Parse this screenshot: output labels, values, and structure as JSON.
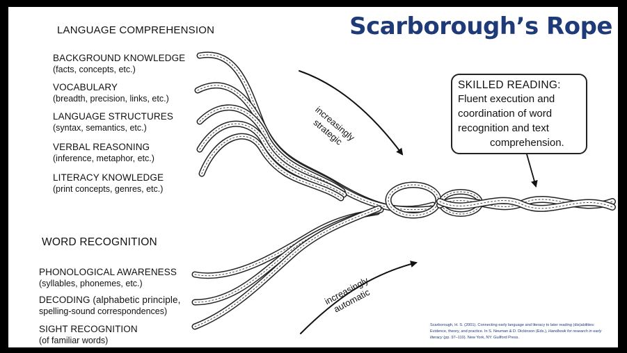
{
  "title": "Scarborough’s Rope",
  "language_comprehension": {
    "heading": "LANGUAGE COMPREHENSION",
    "strands": [
      {
        "name": "BACKGROUND KNOWLEDGE",
        "detail": "(facts, concepts, etc.)"
      },
      {
        "name": "VOCABULARY",
        "detail": "(breadth, precision, links, etc.)"
      },
      {
        "name": "LANGUAGE STRUCTURES",
        "detail": "(syntax, semantics, etc.)"
      },
      {
        "name": "VERBAL REASONING",
        "detail": "(inference, metaphor, etc.)"
      },
      {
        "name": "LITERACY KNOWLEDGE",
        "detail": "(print concepts, genres, etc.)"
      }
    ]
  },
  "word_recognition": {
    "heading": "WORD RECOGNITION",
    "strands": [
      {
        "name": "PHONOLOGICAL AWARENESS",
        "detail": "(syllables, phonemes, etc.)"
      },
      {
        "name": "DECODING (alphabetic principle,",
        "detail": "spelling-sound correspondences)"
      },
      {
        "name": "SIGHT RECOGNITION",
        "detail": "(of familiar words)"
      }
    ]
  },
  "arrows": {
    "strategic_line1": "increasingly",
    "strategic_line2": "strategic",
    "automatic_line1": "increasingly",
    "automatic_line2": "automatic"
  },
  "skilled_reading": {
    "heading": "SKILLED READING:",
    "line1": "Fluent execution and",
    "line2": "coordination of word",
    "line3": "recognition and text",
    "line4": "comprehension."
  },
  "citation": {
    "part1": "Scarborough, H. S. (2001). Connecting early language and literacy to later reading (dis)abilities: Evidence, theory, and practice. In S. Neuman & D. Dickinson (Eds.),",
    "book": "Handbook for research in early literacy",
    "part2": "(pp. 97–110). New York, NY: Guilford Press."
  }
}
